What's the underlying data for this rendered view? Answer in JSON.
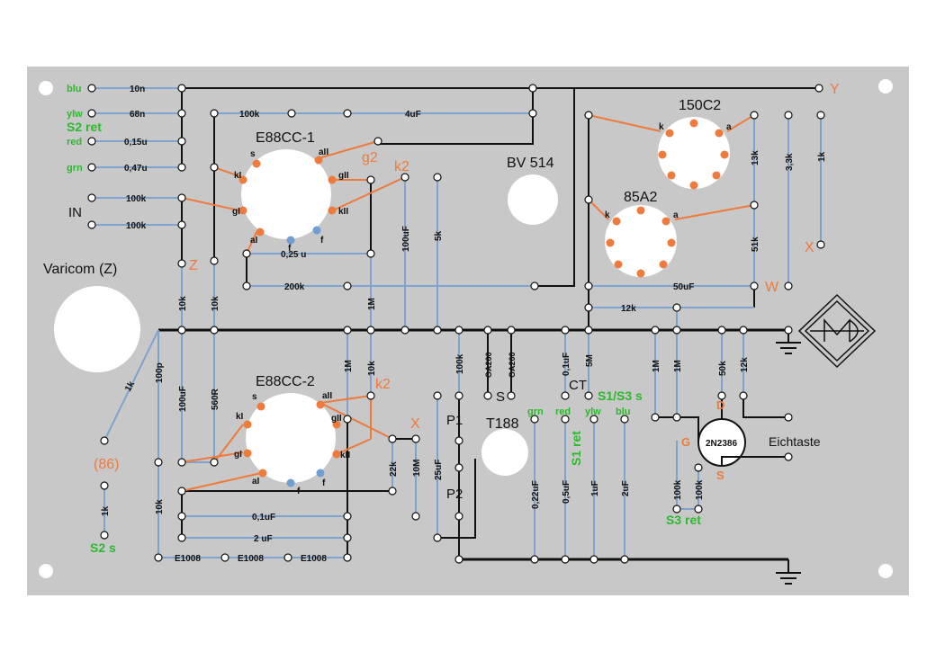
{
  "title_labels": {
    "tube1": "E88CC-1",
    "tube2": "E88CC-2",
    "tube3": "150C2",
    "tube4": "85A2",
    "bv": "BV 514",
    "t188": "T188",
    "varicom": "Varicom (Z)",
    "eichtaste": "Eichtaste",
    "in": "IN",
    "p1": "P1",
    "p2": "P2",
    "s": "S",
    "ct": "CT",
    "transistor": "2N2386"
  },
  "green_labels": {
    "blu": "blu",
    "ylw": "ylw",
    "red": "red",
    "grn": "grn",
    "s2ret": "S2 ret",
    "s2s": "S2 s",
    "s1ret": "S1 ret",
    "s1s3s": "S1/S3 s",
    "s3ret": "S3 ret",
    "grn2": "grn",
    "red2": "red",
    "ylw2": "ylw",
    "blu2": "blu"
  },
  "orange_labels": {
    "y": "Y",
    "x1": "X",
    "w": "W",
    "z": "Z",
    "g2": "g2",
    "k2a": "k2",
    "k2b": "k2",
    "x2": "X",
    "p86": "(86)",
    "d": "D",
    "g": "G",
    "s": "S"
  },
  "component_labels": {
    "c10n": "10n",
    "c68n": "68n",
    "c015u": "0,15u",
    "c047u": "0,47u",
    "r100k_top": "100k",
    "c4uf": "4uF",
    "r100k_in1": "100k",
    "r100k_in2": "100k",
    "c025u": "0,25 u",
    "r200k": "200k",
    "c100uf_v": "100uF",
    "r5k": "5k",
    "r10k_a": "10k",
    "r10k_b": "10k",
    "r1m_a": "1M",
    "r1m_b": "1M",
    "r10k_c": "10k",
    "r13k": "13k",
    "r33k": "3,3k",
    "r1k_a": "1k",
    "r51k": "51k",
    "c50uf": "50uF",
    "r12k": "12k",
    "r1k_b": "1k",
    "c100p": "100p",
    "c100uf_b": "100uF",
    "r560r": "560R",
    "r100k_p": "100k",
    "oa200_a": "OA200",
    "oa200_b": "OA200",
    "c01uf": "0,1uF",
    "r5m": "5M",
    "r1m_c": "1M",
    "r1m_d": "1M",
    "r50k": "50k",
    "r12k_b": "12k",
    "r22k": "22k",
    "r10m": "10M",
    "c25uf": "25uF",
    "c022uf": "0,22uF",
    "c05uf": "0,5uF",
    "c1uf": "1uF",
    "c2uf": "2uF",
    "r100k_s1": "100k",
    "r100k_s2": "100k",
    "r1k_c": "1k",
    "r10k_d": "10k",
    "c01uf_b": "0,1uF",
    "c2uf_b": "2 uF",
    "e1008_a": "E1008",
    "e1008_b": "E1008",
    "e1008_c": "E1008"
  },
  "pin_labels": {
    "t1": {
      "s": "s",
      "kl": "kI",
      "gl": "gI",
      "al": "aI",
      "f1": "f",
      "f2": "f",
      "kll": "kII",
      "gll": "gII",
      "all": "aII"
    },
    "t2": {
      "s": "s",
      "kl": "kI",
      "gl": "gI",
      "al": "aI",
      "f1": "f",
      "f2": "f",
      "kll": "kII",
      "gll": "gII",
      "all": "aII"
    },
    "t3": {
      "k": "k",
      "a": "a"
    },
    "t4": {
      "k": "k",
      "a": "a"
    }
  },
  "colors": {
    "panel": "#c8c8c8",
    "wire": "#7fa3cf",
    "accent": "#ee7a3c",
    "green": "#2db82d",
    "ink": "#111111"
  },
  "logo": {
    "letters": "MD"
  }
}
